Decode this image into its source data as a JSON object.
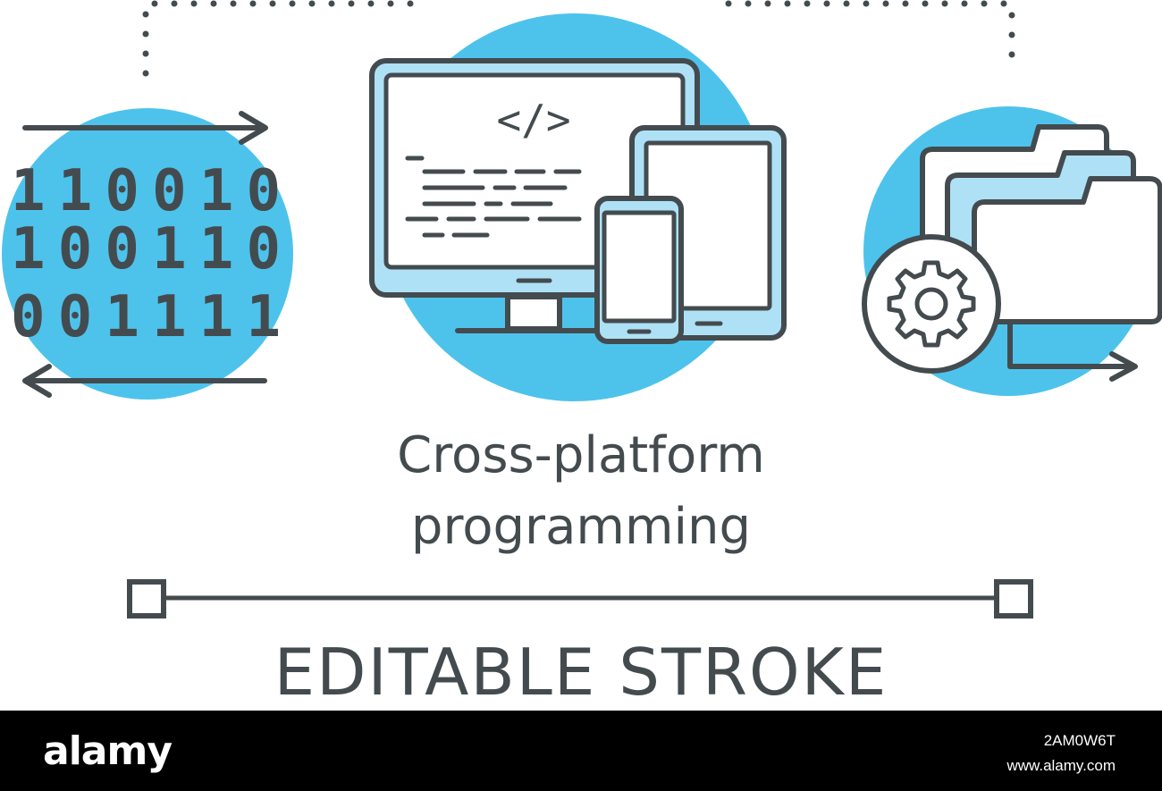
{
  "colors": {
    "accent": "#4dc3ec",
    "stroke": "#444b4f",
    "screen_fill": "#aee1f5",
    "background": "#ffffff",
    "footer": "#000000"
  },
  "concept": {
    "title_line1": "Cross-platform",
    "title_line2": "programming",
    "subtitle": "EDITABLE STROKE"
  },
  "binary": {
    "rows": [
      "110010",
      "100110",
      "001111"
    ]
  },
  "screen": {
    "code_tag": "</>"
  },
  "icons": {
    "binary": "binary-data-icon",
    "devices": "monitor-tablet-phone-icon",
    "folders": "folders-gear-icon"
  },
  "footer": {
    "brand": "alamy",
    "image_id": "2AM0W6T",
    "site": "www.alamy.com"
  }
}
